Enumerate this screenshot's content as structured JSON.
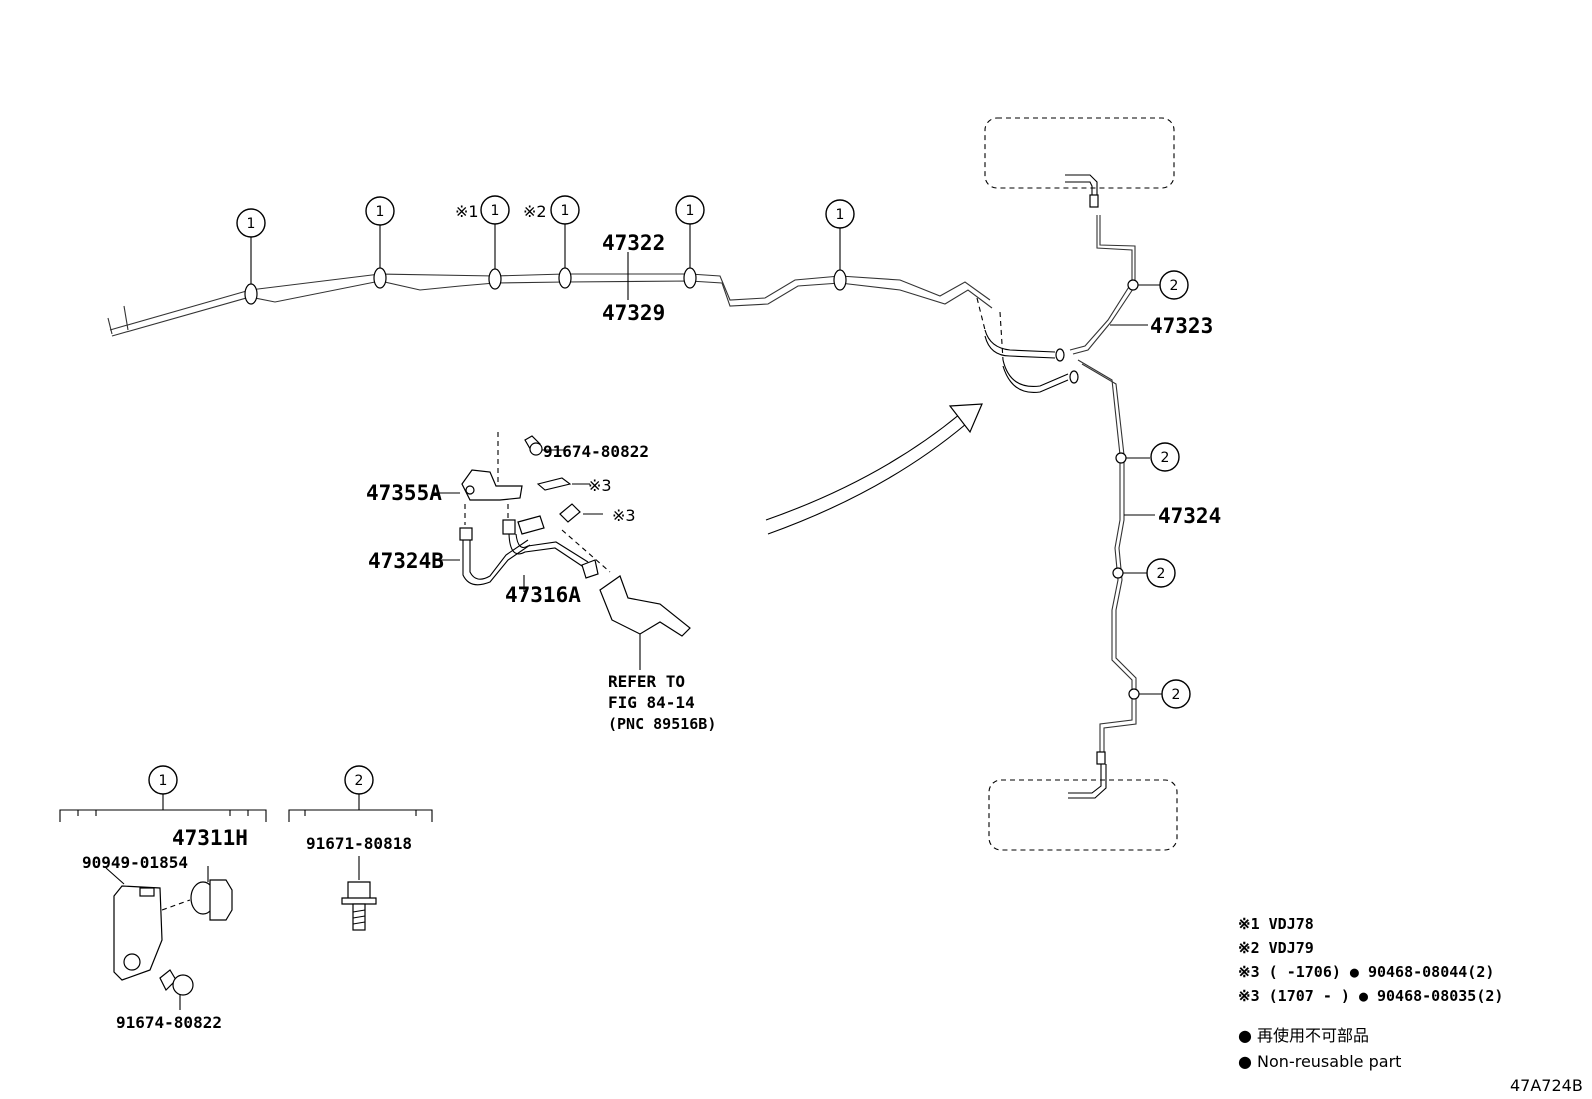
{
  "parts": {
    "p47322": "47322",
    "p47329": "47329",
    "p47323": "47323",
    "p47324": "47324",
    "p47355A": "47355A",
    "p47324B": "47324B",
    "p47316A": "47316A",
    "p91674_top": "91674-80822",
    "p47311H": "47311H",
    "p90949": "90949-01854",
    "p91674_bottom": "91674-80822",
    "p91671": "91671-80818"
  },
  "markers": {
    "one": "1",
    "two": "2",
    "note1": "※1",
    "note2": "※2",
    "note3": "※3"
  },
  "refer": {
    "line1": "REFER TO",
    "line2": "FIG 84-14",
    "line3": "(PNC 89516B)"
  },
  "notes": {
    "n1": "※1 VDJ78",
    "n2": "※2 VDJ79",
    "n3": "※3 (      -1706) ● 90468-08044(2)",
    "n4": "※3 (1707 -      ) ● 90468-08035(2)",
    "nonreuse_jp": "● 再使用不可部品",
    "nonreuse_en": "● Non-reusable part"
  },
  "figure_code": "47A724B"
}
